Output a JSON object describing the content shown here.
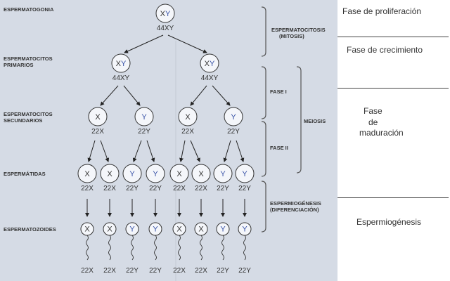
{
  "rows": {
    "espermatogonia": "ESPERMATOGONIA",
    "primarios_1": "ESPERMATOCITOS",
    "primarios_2": "PRIMARIOS",
    "secundarios_1": "ESPERMATOCITOS",
    "secundarios_2": "SECUNDARIOS",
    "espermatidas": "ESPERMÁTIDAS",
    "espermatozoides": "ESPERMATOZOIDES"
  },
  "brackets": {
    "espermatocitosis_1": "ESPERMATOCITOSIS",
    "espermatocitosis_2": "(MITOSIS)",
    "fase1": "FASE I",
    "fase2": "FASE II",
    "meiosis": "MEIOSIS",
    "espermiogenesis_1": "ESPERMIOGÉNESIS",
    "espermiogenesis_2": "(DIFERENCIACIÓN)"
  },
  "cells": {
    "root_glyph": "XY",
    "root_karyo": "44XY",
    "primary_glyph": "XY",
    "primary_karyo": "44XY",
    "secondary": [
      {
        "glyph": "X",
        "karyo": "22X"
      },
      {
        "glyph": "Y",
        "karyo": "22Y"
      },
      {
        "glyph": "X",
        "karyo": "22X"
      },
      {
        "glyph": "Y",
        "karyo": "22Y"
      }
    ],
    "spermatids": [
      {
        "glyph": "X",
        "karyo": "22X"
      },
      {
        "glyph": "X",
        "karyo": "22X"
      },
      {
        "glyph": "Y",
        "karyo": "22Y"
      },
      {
        "glyph": "Y",
        "karyo": "22Y"
      },
      {
        "glyph": "X",
        "karyo": "22X"
      },
      {
        "glyph": "X",
        "karyo": "22X"
      },
      {
        "glyph": "Y",
        "karyo": "22Y"
      },
      {
        "glyph": "Y",
        "karyo": "22Y"
      }
    ]
  },
  "phases": {
    "proliferacion": "Fase de proliferación",
    "crecimiento": "Fase de crecimiento",
    "maduracion_1": "Fase",
    "maduracion_2": "de",
    "maduracion_3": "maduración",
    "espermiogenesis": "Espermiogénesis"
  },
  "colors": {
    "background": "#d5dbe5",
    "x_color": "#333333",
    "y_color": "#3a54a8"
  }
}
